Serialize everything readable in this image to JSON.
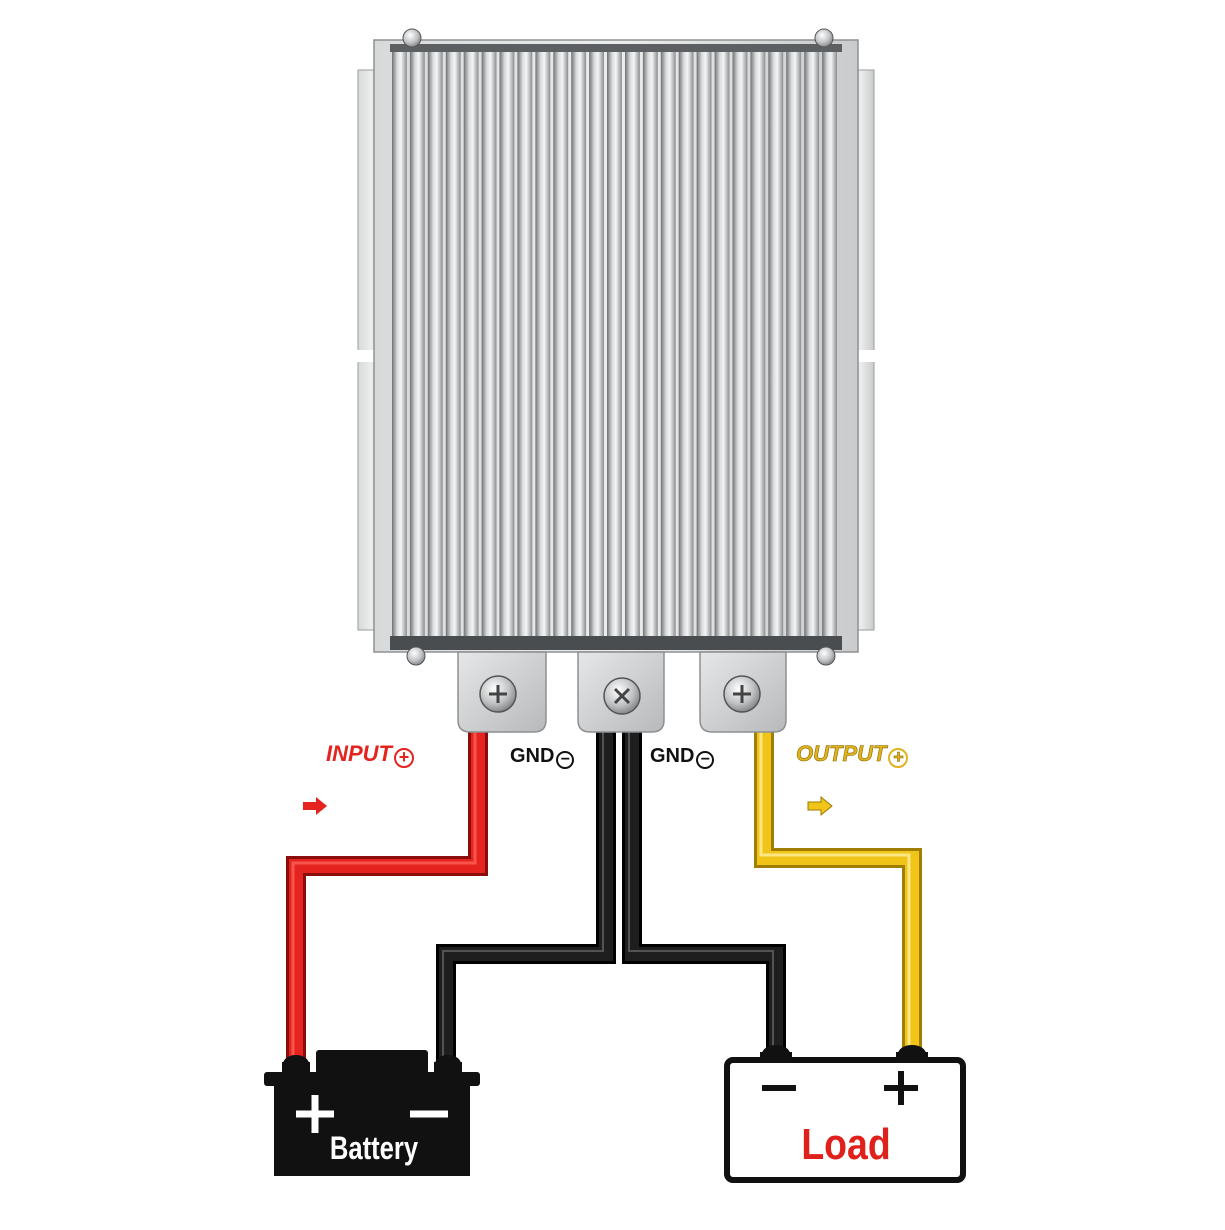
{
  "labels": {
    "input": "INPUT",
    "gnd_left": "GND",
    "gnd_right": "GND",
    "output": "OUTPUT",
    "battery": "Battery",
    "load": "Load"
  },
  "symbols": {
    "plus": "+",
    "minus": "−"
  },
  "colors": {
    "input_wire": "#e52420",
    "ground_wire": "#111111",
    "output_wire": "#f0c419",
    "heatsink": "#b9bcbe",
    "load_text": "#e0201a"
  }
}
